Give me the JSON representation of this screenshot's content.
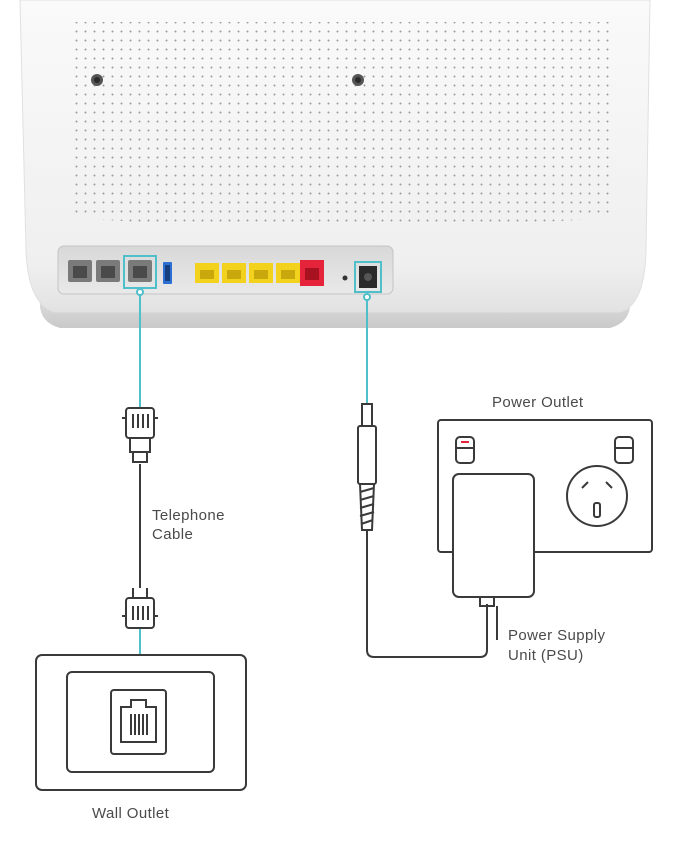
{
  "labels": {
    "power_outlet": "Power Outlet",
    "telephone_cable_line1": "Telephone",
    "telephone_cable_line2": "Cable",
    "psu_line1": "Power Supply",
    "psu_line2": "Unit (PSU)",
    "wall_outlet": "Wall Outlet"
  },
  "colors": {
    "highlight": "#4fbfc9",
    "line": "#3a3a3a",
    "ethernet_port": "#f2d21c",
    "wan_port": "#e5233a",
    "usb_port": "#2a6fd1",
    "router_body": "#f3f3f3"
  },
  "icons": [
    "router-icon",
    "telephone-jack-icon",
    "power-plug-icon",
    "power-outlet-icon",
    "wall-socket-icon"
  ]
}
